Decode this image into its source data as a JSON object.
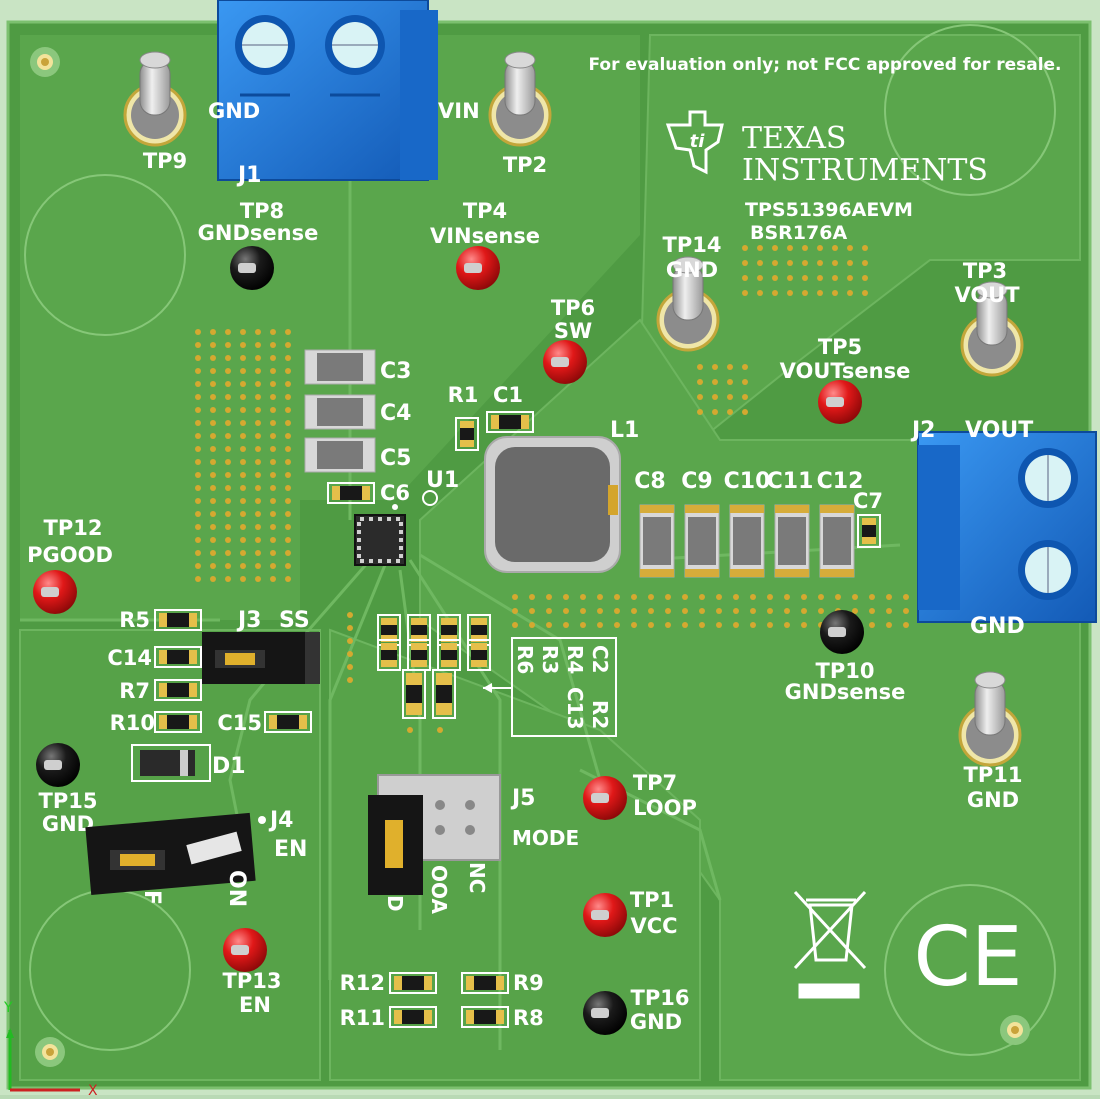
{
  "board": {
    "notice": "For evaluation only; not FCC approved for resale.",
    "brand_line1": "Texas",
    "brand_line2": "Instruments",
    "part_number": "TPS51396AEVM",
    "assembly_code": "BSR176A",
    "colors": {
      "pcb": "#5aa64c",
      "pcb_dark": "#4c9840",
      "trace": "#6fb861",
      "silkscreen": "#ffffff",
      "terminal_block": "#1e7fe0",
      "testpoint_red": "#e01818",
      "testpoint_black": "#1a1a1a",
      "via": "#d0a52a"
    }
  },
  "test_points": [
    {
      "ref": "TP9",
      "net": "GND"
    },
    {
      "ref": "TP2",
      "net": "VIN"
    },
    {
      "ref": "TP8",
      "net": "GNDsense"
    },
    {
      "ref": "TP4",
      "net": "VINsense"
    },
    {
      "ref": "TP6",
      "net": "SW"
    },
    {
      "ref": "TP14",
      "net": "GND"
    },
    {
      "ref": "TP3",
      "net": "VOUT"
    },
    {
      "ref": "TP5",
      "net": "VOUTsense"
    },
    {
      "ref": "TP12",
      "net": "PGOOD"
    },
    {
      "ref": "TP10",
      "net": "GNDsense"
    },
    {
      "ref": "TP11",
      "net": "GND"
    },
    {
      "ref": "TP15",
      "net": "GND"
    },
    {
      "ref": "TP7",
      "net": "LOOP"
    },
    {
      "ref": "TP1",
      "net": "VCC"
    },
    {
      "ref": "TP13",
      "net": "EN"
    },
    {
      "ref": "TP16",
      "net": "GND"
    }
  ],
  "connectors": {
    "J1": "J1",
    "J2": "J2",
    "J2_top": "VOUT",
    "J2_bottom": "GND",
    "J3": "J3",
    "J3_label": "SS",
    "J4": "J4",
    "J4_label": "EN",
    "J4_on": "ON",
    "J4_off": "F",
    "J5": "J5",
    "J5_label": "MODE",
    "J5_pin1": "D",
    "J5_pin2": "OOA",
    "J5_pin3": "NC"
  },
  "components": {
    "C1": "C1",
    "C3": "C3",
    "C4": "C4",
    "C5": "C5",
    "C6": "C6",
    "C7": "C7",
    "C8": "C8",
    "C9": "C9",
    "C10": "C10",
    "C11": "C11",
    "C12": "C12",
    "C14": "C14",
    "C15": "C15",
    "R1": "R1",
    "R5": "R5",
    "R7": "R7",
    "R10": "R10",
    "R8": "R8",
    "R9": "R9",
    "R11": "R11",
    "R12": "R12",
    "U1": "U1",
    "L1": "L1",
    "D1": "D1",
    "legend_col1": "C2",
    "legend_col1b": "R2",
    "legend_col2": "R4",
    "legend_col2b": "C13",
    "legend_col3": "R3",
    "legend_col4": "R6"
  },
  "marks": {
    "ce": "CE"
  },
  "axes": {
    "y": "Y",
    "x": "X"
  }
}
